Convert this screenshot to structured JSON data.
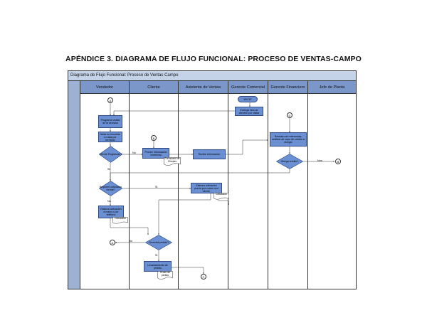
{
  "heading": "APÉNDICE 3. DIAGRAMA DE FLUJO FUNCIONAL: PROCESO DE VENTAS-CAMPO",
  "diagram_title": "Diagrama de Flujo Funcional: Proceso de Ventas Campo",
  "lanes": [
    "Vendedor",
    "Cliente",
    "Asistente de Ventas",
    "Gerente Comercial",
    "Gerente Financiero",
    "Jefe de Planta"
  ],
  "shapes": {
    "inicio": "INICIO",
    "entrega_lista": "Entrega lista de clientes por visitar",
    "programa_visitas": "Programa visitas de la semana",
    "inicia_recorrido": "Inicia su recorrido a rutas por territorio",
    "cliente_registrado": "Cliente Registrado?",
    "provee_info": "Provee información comercial",
    "recibe_info": "Recibe información",
    "revision_referencias": "Revisión de referencias, análisis de cupo de crédito a otorgar",
    "otorga_credito": "Otorga crédito?",
    "requiere_cotizacion": "Requiere cotización formal?",
    "elabora_cotizacion_asist": "Elabora cotización previa por correo a el cliente",
    "elabora_cotizacion_vend": "Elabora cotización a mano o por teléfono",
    "concreta_pedido": "Concreta pedido?",
    "levantamiento_pedido": "Levantamiento de pedido"
  },
  "documents": {
    "formulario_clientes": "Formulario de Clientes",
    "cotizacion_asist": "Cotización",
    "cotizacion_vend": "Cotización",
    "orden_pedido": "Orden de pedido"
  },
  "connectors": {
    "a_top": "A",
    "a_left": "A",
    "b_cliente": "B",
    "b_planta": "B",
    "c_bottom": "C",
    "d_fin": "D"
  },
  "edge_labels": {
    "no_registrado": "No",
    "si_registrado": "Si",
    "si_cotizacion": "Si",
    "no_cotizacion": "No",
    "no_concreta": "No",
    "si_concreta": "Si",
    "no_credito": "Nos"
  }
}
